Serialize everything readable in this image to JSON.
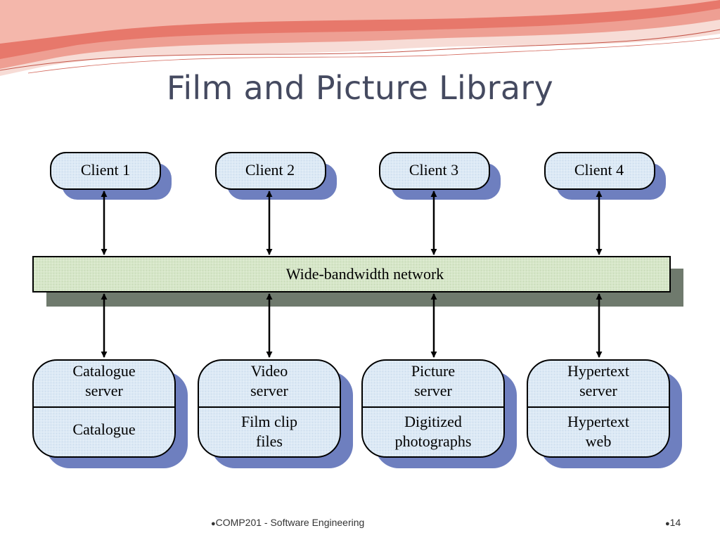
{
  "slide": {
    "title": "Film and Picture Library",
    "footer_text": "COMP201 - Software Engineering",
    "page_number": "14",
    "bullet": "●"
  },
  "diagram": {
    "clients": [
      "Client 1",
      "Client 2",
      "Client 3",
      "Client 4"
    ],
    "network": "Wide-bandwidth network",
    "servers": [
      {
        "top": [
          "Catalogue",
          "server"
        ],
        "bottom": [
          "Catalogue"
        ]
      },
      {
        "top": [
          "Video",
          "server"
        ],
        "bottom": [
          "Film clip",
          "files"
        ]
      },
      {
        "top": [
          "Picture",
          "server"
        ],
        "bottom": [
          "Digitized",
          "photographs"
        ]
      },
      {
        "top": [
          "Hypertext",
          "server"
        ],
        "bottom": [
          "Hypertext",
          "web"
        ]
      }
    ]
  },
  "colors": {
    "accent": "#e8877a",
    "box_fill": "#dce9f5",
    "box_shadow": "#6e7fbf",
    "network_fill": "#d6e6c8",
    "network_shadow": "#6f7a6d",
    "title": "#454a60"
  }
}
